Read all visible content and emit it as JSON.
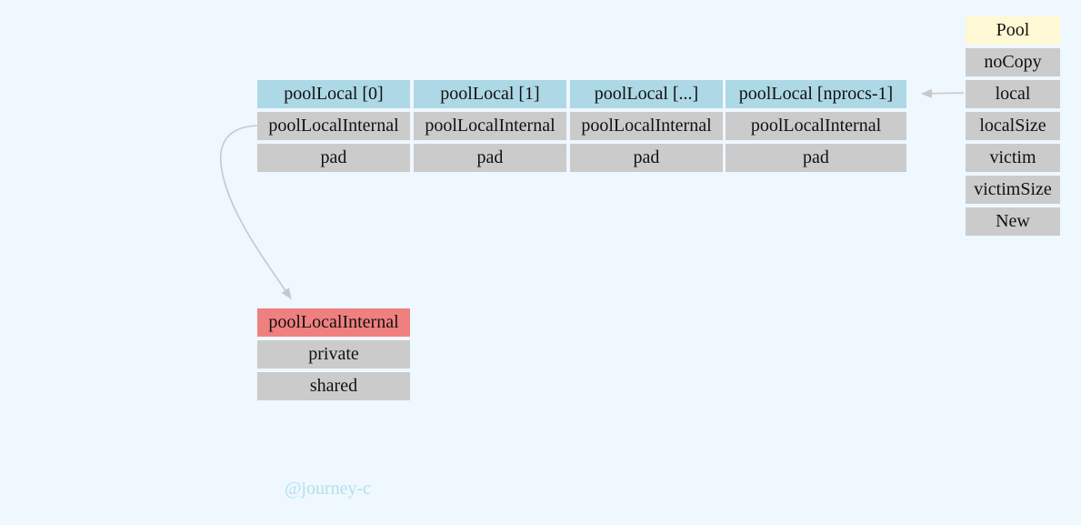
{
  "pool": {
    "title": "Pool",
    "fields": [
      "noCopy",
      "local",
      "localSize",
      "victim",
      "victimSize",
      "New"
    ]
  },
  "pool_local_array": [
    {
      "header": "poolLocal [0]",
      "internal": "poolLocalInternal",
      "pad": "pad"
    },
    {
      "header": "poolLocal [1]",
      "internal": "poolLocalInternal",
      "pad": "pad"
    },
    {
      "header": "poolLocal [...]",
      "internal": "poolLocalInternal",
      "pad": "pad"
    },
    {
      "header": "poolLocal [nprocs-1]",
      "internal": "poolLocalInternal",
      "pad": "pad"
    }
  ],
  "pool_local_internal": {
    "title": "poolLocalInternal",
    "fields": [
      "private",
      "shared"
    ]
  },
  "watermark": "@journey-c",
  "colors": {
    "background": "#eff7ff",
    "field": "#cbcbcb",
    "pool_header": "#fff8d4",
    "array_header": "#add8e6",
    "internal_header": "#f08080",
    "edge": "#c8c8c8",
    "watermark": "#b0e2ea"
  }
}
